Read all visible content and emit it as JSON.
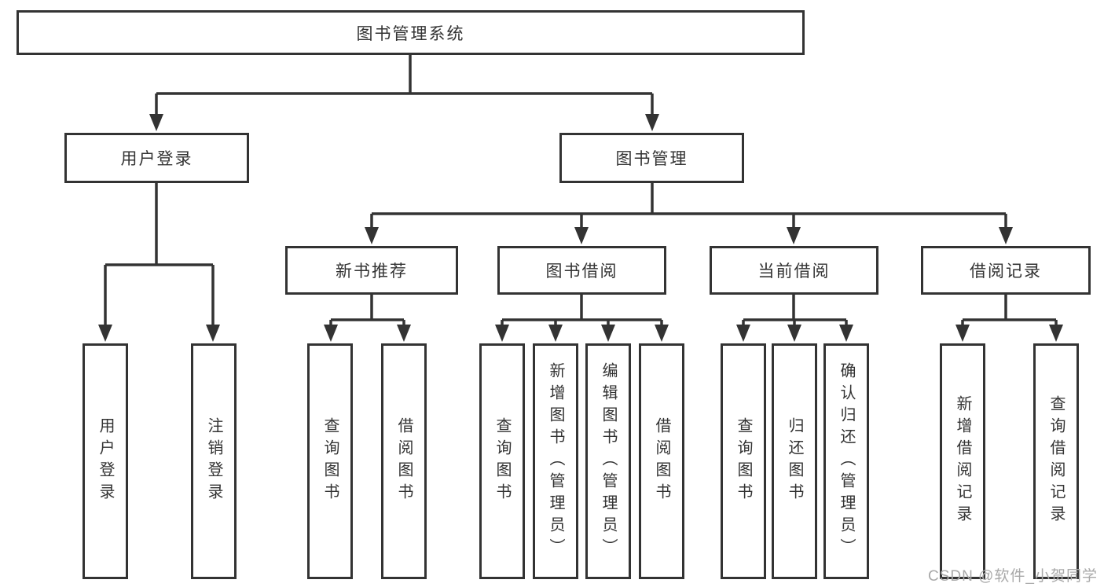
{
  "diagram": {
    "root": {
      "label": "图书管理系统"
    },
    "level2": [
      {
        "label": "用户登录",
        "leaves": [
          {
            "label": "用户登录"
          },
          {
            "label": "注销登录"
          }
        ]
      },
      {
        "label": "图书管理",
        "sections": [
          {
            "label": "新书推荐",
            "leaves": [
              {
                "label": "查询图书"
              },
              {
                "label": "借阅图书"
              }
            ]
          },
          {
            "label": "图书借阅",
            "leaves": [
              {
                "label": "查询图书"
              },
              {
                "label": "新增图书（管理员）"
              },
              {
                "label": "编辑图书（管理员）"
              },
              {
                "label": "借阅图书"
              }
            ]
          },
          {
            "label": "当前借阅",
            "leaves": [
              {
                "label": "查询图书"
              },
              {
                "label": "归还图书"
              },
              {
                "label": "确认归还（管理员）"
              }
            ]
          },
          {
            "label": "借阅记录",
            "leaves": [
              {
                "label": "新增借阅记录"
              },
              {
                "label": "查询借阅记录"
              }
            ]
          }
        ]
      }
    ]
  },
  "watermark": {
    "text": "CSDN @软件_小贺同学"
  },
  "colors": {
    "line": "#333333",
    "box_border": "#333333",
    "box_fill": "#ffffff",
    "label_text": "#333333",
    "watermark_text": "#a9a9a9",
    "background": "#ffffff"
  }
}
